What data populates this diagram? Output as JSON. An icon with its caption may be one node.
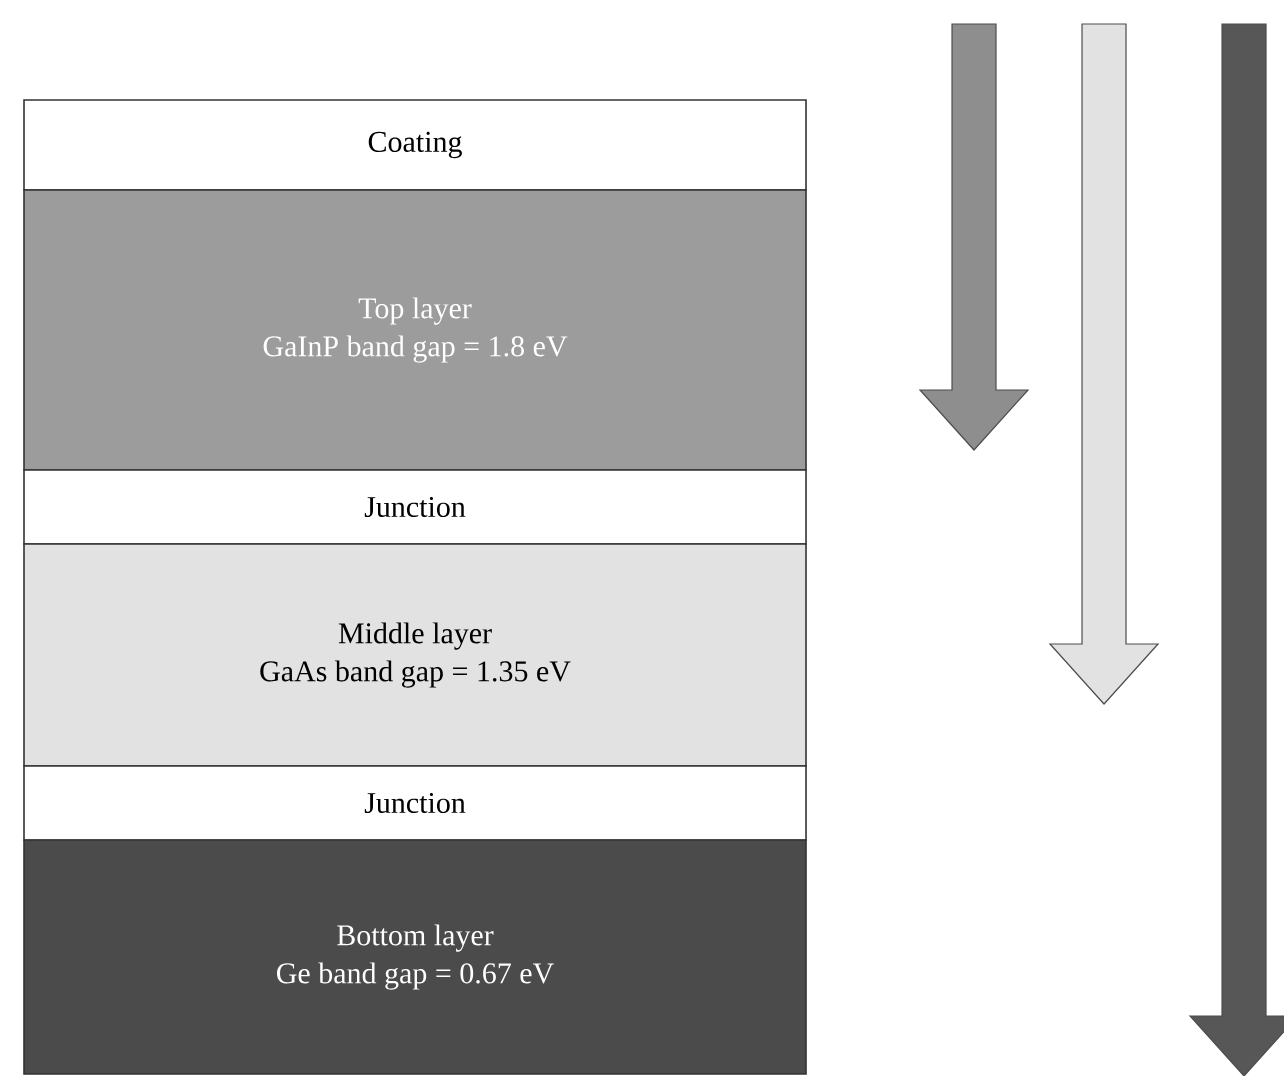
{
  "diagram": {
    "nodes": [
      {
        "text": [
          "Coating"
        ]
      },
      {
        "text": [
          "Top layer",
          "GaInP band gap = 1.8 eV"
        ]
      },
      {
        "text": [
          "Junction"
        ]
      },
      {
        "text": [
          "Middle layer",
          "GaAs band gap = 1.35 eV"
        ]
      },
      {
        "text": [
          "Junction"
        ]
      },
      {
        "text": [
          "Bottom layer",
          "Ge band gap = 0.67 eV"
        ]
      }
    ]
  }
}
